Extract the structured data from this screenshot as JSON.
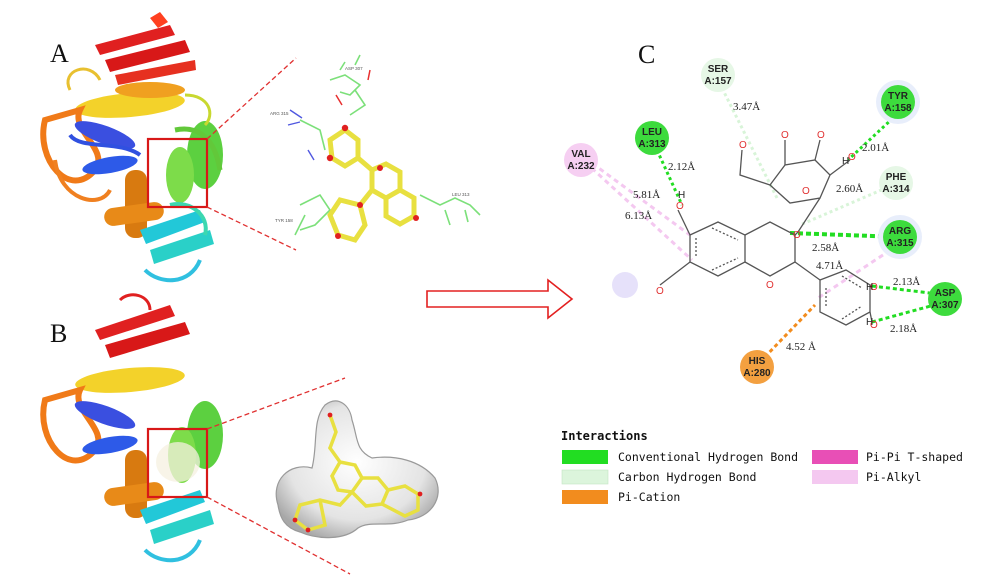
{
  "panels": {
    "a": "A",
    "b": "B",
    "c": "C"
  },
  "zoom_labels": [
    "ASP 307",
    "ARG 315",
    "LEU 313",
    "TYR 158"
  ],
  "residues": [
    {
      "line1": "SER",
      "line2": "A:157",
      "type": "carbon-hb"
    },
    {
      "line1": "LEU",
      "line2": "A:313",
      "type": "conventional-hb"
    },
    {
      "line1": "TYR",
      "line2": "A:158",
      "type": "conventional-hb"
    },
    {
      "line1": "VAL",
      "line2": "A:232",
      "type": "pi-alkyl"
    },
    {
      "line1": "PHE",
      "line2": "A:314",
      "type": "carbon-hb"
    },
    {
      "line1": "ARG",
      "line2": "A:315",
      "type": "conventional-hb"
    },
    {
      "line1": "ASP",
      "line2": "A:307",
      "type": "conventional-hb"
    },
    {
      "line1": "HIS",
      "line2": "A:280",
      "type": "pi-cation"
    }
  ],
  "distances": [
    "3.47Å",
    "2.12Å",
    "2.01Å",
    "5.81Å",
    "6.13Å",
    "2.60Å",
    "2.58Å",
    "4.71Å",
    "2.13Å",
    "2.18Å",
    "4.52 Å"
  ],
  "atoms": {
    "h": "H"
  },
  "legend": {
    "title": "Interactions",
    "items": [
      {
        "label": "Conventional Hydrogen Bond",
        "color": "#22dd22"
      },
      {
        "label": "Carbon Hydrogen Bond",
        "color": "#dcf5dc"
      },
      {
        "label": "Pi-Cation",
        "color": "#f28c1e"
      },
      {
        "label": "Pi-Pi T-shaped",
        "color": "#e84fb6"
      },
      {
        "label": "Pi-Alkyl",
        "color": "#f4c8f0"
      }
    ]
  },
  "colors": {
    "arrow": "#e32020",
    "box": "#d81818",
    "zoom_lines": "#e03030",
    "ligand": "#e8e040"
  }
}
